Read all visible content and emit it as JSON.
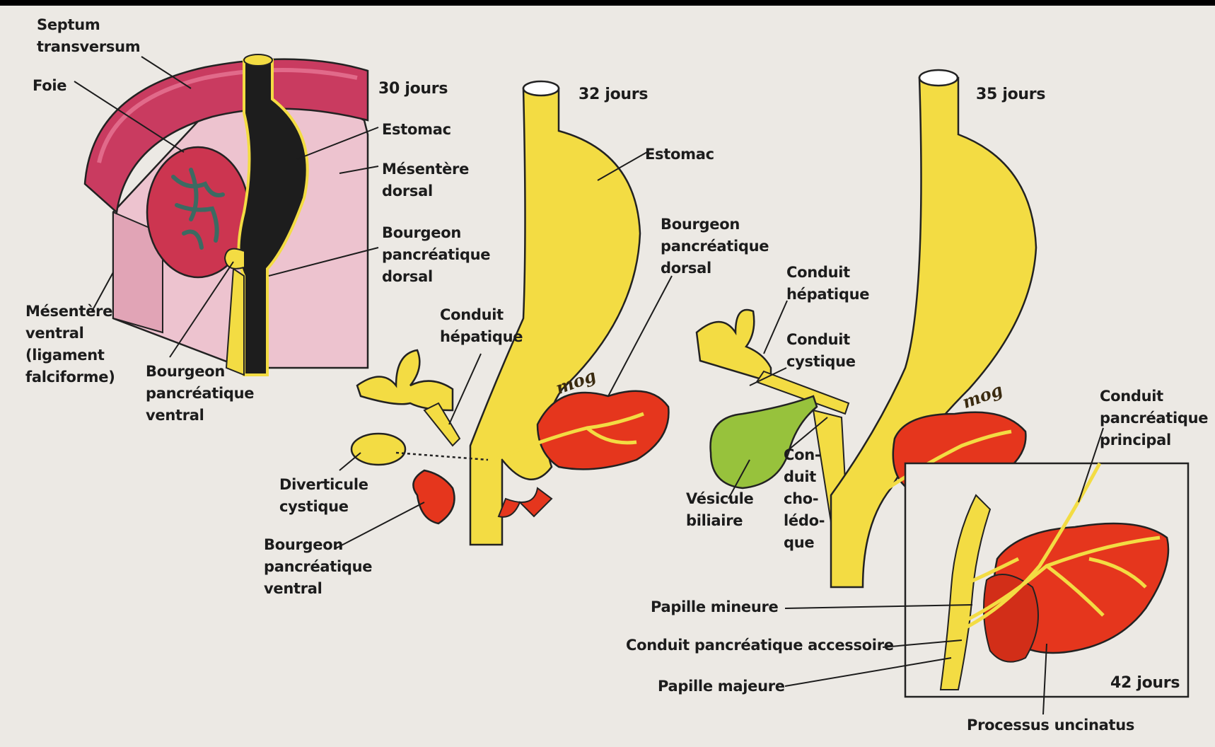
{
  "colors": {
    "duct_yellow": "#f3dc43",
    "duct_outline": "#1e1e1e",
    "pancreas_red": "#e5361d",
    "pancreas_dark": "#b0200e",
    "liver_red": "#cc3550",
    "septum_pink": "#c93b60",
    "mesentery_pink": "#edc3cf",
    "stomach_black": "#1d1d1d",
    "gallbladder_green": "#97c23c",
    "paper": "#ece9e4"
  },
  "stages": {
    "day30": "30 jours",
    "day32": "32 jours",
    "day35": "35 jours",
    "day42": "42 jours"
  },
  "labels": {
    "septum": "Septum\ntransversum",
    "foie": "Foie",
    "estomac_30": "Estomac",
    "mesentere_dorsal": "Mésentère\ndorsal",
    "bourgeon_dorsal_30": "Bourgeon\npancréatique\ndorsal",
    "mesentere_ventral": "Mésentère\nventral\n(ligament\nfalciforme)",
    "bourgeon_ventral_30": "Bourgeon\npancréatique\nventral",
    "estomac_32": "Estomac",
    "bourgeon_dorsal_32": "Bourgeon\npancréatique\ndorsal",
    "conduit_hepatique_32": "Conduit\nhépatique",
    "diverticule_cystique": "Diverticule\ncystique",
    "bourgeon_ventral_32": "Bourgeon\npancréatique\nventral",
    "conduit_hepatique_35": "Conduit\nhépatique",
    "conduit_cystique": "Conduit\ncystique",
    "conduit_choledoque": "Con-\nduit\ncho-\nlédo-\nque",
    "vesicule_biliaire": "Vésicule\nbiliaire",
    "conduit_pancreatique_principal": "Conduit\npancréatique\nprincipal",
    "papille_mineure": "Papille mineure",
    "conduit_pancreatique_accessoire": "Conduit pancréatique accessoire",
    "papille_majeure": "Papille majeure",
    "processus_uncinatus": "Processus uncinatus"
  },
  "signature": "mog"
}
